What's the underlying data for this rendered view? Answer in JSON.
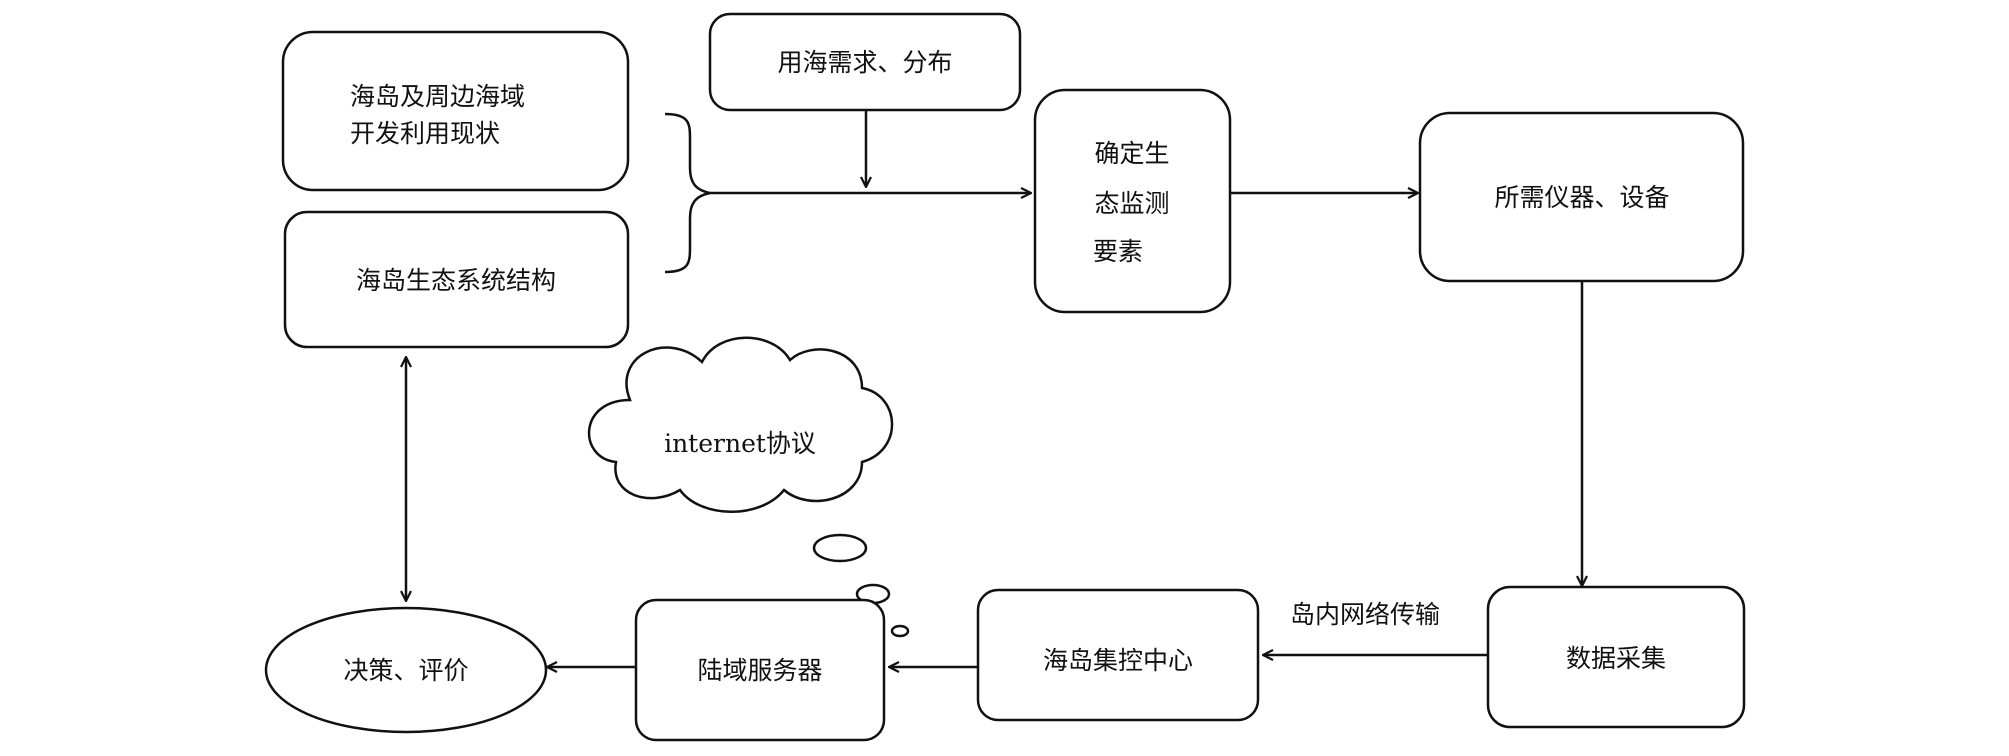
{
  "nodes": {
    "island_usage": {
      "lines": [
        "海岛及周边海域",
        "开发利用现状"
      ]
    },
    "sea_demand": {
      "label": "用海需求、分布"
    },
    "ecosystem_structure": {
      "label": "海岛生态系统结构"
    },
    "monitoring_elements": {
      "lines": [
        "确定生",
        "态监测",
        "要素"
      ]
    },
    "instruments": {
      "label": "所需仪器、设备"
    },
    "internet_protocol": {
      "label": "internet协议"
    },
    "data_collection": {
      "label": "数据采集"
    },
    "control_center": {
      "label": "海岛集控中心"
    },
    "land_server": {
      "label": "陆域服务器"
    },
    "decision": {
      "label": "决策、评价"
    }
  },
  "edges": {
    "island_network_label": "岛内网络传输"
  },
  "colors": {
    "stroke": "#111111",
    "fill": "#ffffff"
  }
}
